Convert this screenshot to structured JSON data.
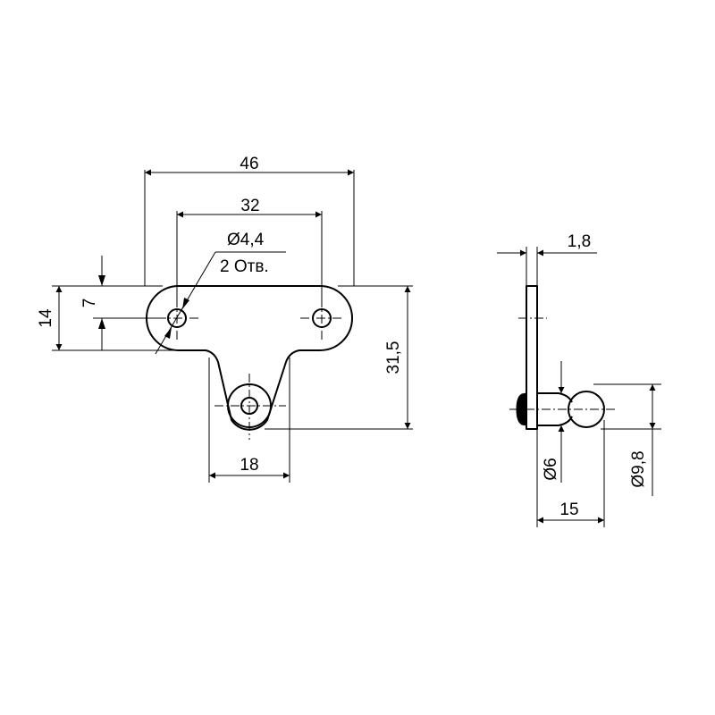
{
  "drawing": {
    "front_view": {
      "overall_width": "46",
      "hole_spacing": "32",
      "hole_diameter": "Ø4,4",
      "hole_count_note": "2 Отв.",
      "lobe_height": "14",
      "hole_offset": "7",
      "overall_height": "31,5",
      "tab_width": "18"
    },
    "side_view": {
      "plate_thickness": "1,8",
      "pin_diameter": "Ø6",
      "ball_diameter": "Ø9,8",
      "stud_length": "15"
    }
  }
}
